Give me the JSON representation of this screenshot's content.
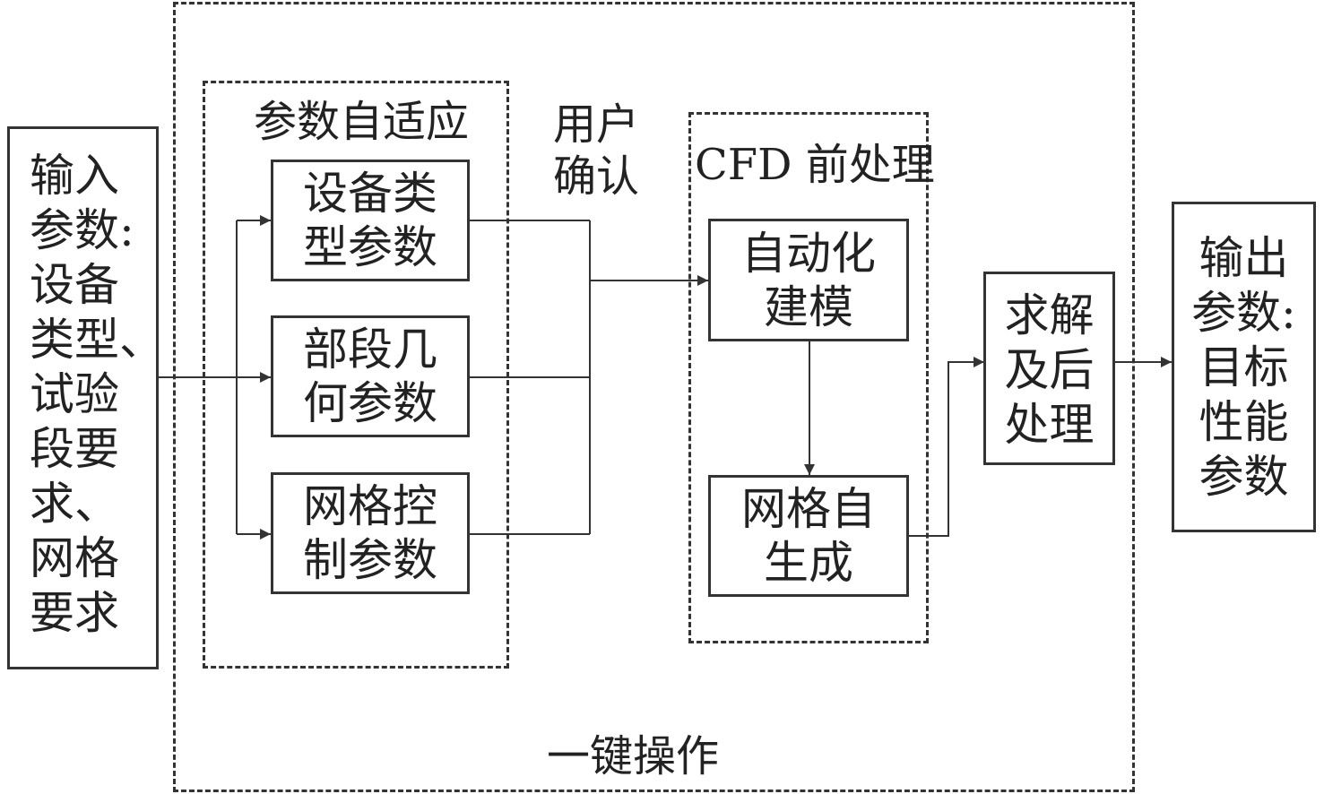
{
  "outer_label": "一键操作",
  "input_box": {
    "lines": [
      "输入",
      "参数:",
      "设备",
      "类型、",
      "试验",
      "段要",
      "求、",
      "网格",
      "要求"
    ]
  },
  "adaptive_group": {
    "title": "参数自适应",
    "items": [
      {
        "text": "设备类\n型参数"
      },
      {
        "text": "部段几\n何参数"
      },
      {
        "text": "网格控\n制参数"
      }
    ]
  },
  "user_confirm": "用户\n确认",
  "cfd_group": {
    "title": "CFD 前处理",
    "items": [
      {
        "text": "自动化\n建模"
      },
      {
        "text": "网格自\n生成"
      }
    ]
  },
  "solve_box": {
    "lines": [
      "求解",
      "及后",
      "处理"
    ]
  },
  "output_box": {
    "lines": [
      "输出",
      "参数:",
      "目标",
      "性能",
      "参数"
    ]
  },
  "colors": {
    "line": "#333333",
    "background": "#ffffff"
  }
}
